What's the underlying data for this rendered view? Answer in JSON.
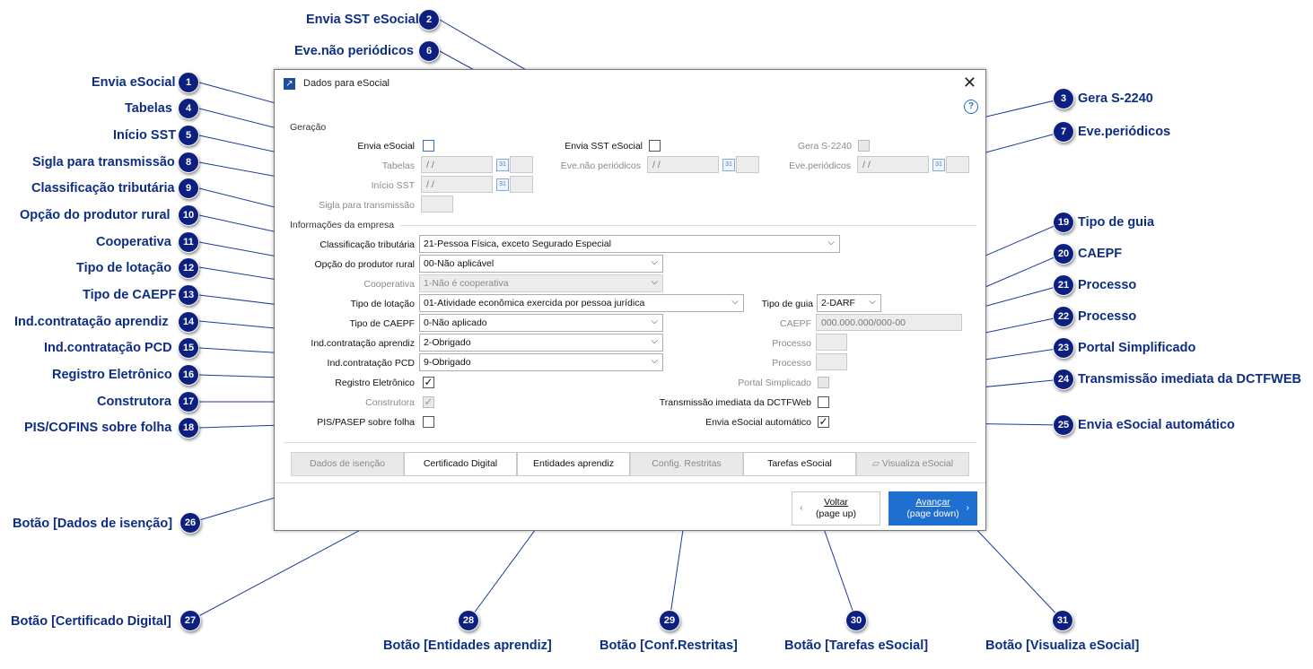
{
  "dialog": {
    "title": "Dados para eSocial",
    "close_glyph": "✕",
    "help_glyph": "?",
    "section_geracao": "Geração",
    "section_info": "Informações da empresa",
    "envia_esocial": "Envia eSocial",
    "envia_sst": "Envia SST eSocial",
    "gera_s2240": "Gera S-2240",
    "tabelas": "Tabelas",
    "tabelas_val": " /  /",
    "eve_nao_per": "Eve.não periódicos",
    "eve_nao_per_val": " /  /",
    "eve_per": "Eve.periódicos",
    "eve_per_val": " /  /",
    "inicio_sst": "Início SST",
    "inicio_sst_val": " /  /",
    "sigla": "Sigla para transmissão",
    "class_trib": "Classificação tributária",
    "class_trib_val": "21-Pessoa Física, exceto Segurado Especial",
    "opcao_prod": "Opção do produtor rural",
    "opcao_prod_val": "00-Não aplicável",
    "cooperativa": "Cooperativa",
    "cooperativa_val": "1-Não é cooperativa",
    "tipo_lotacao": "Tipo de lotação",
    "tipo_lotacao_val": "01-Atividade econômica exercida por pessoa jurídica",
    "tipo_guia": "Tipo de guia",
    "tipo_guia_val": "2-DARF",
    "tipo_caepf": "Tipo de CAEPF",
    "tipo_caepf_val": "0-Não aplicado",
    "caepf": "CAEPF",
    "caepf_val": "000.000.000/000-00",
    "ind_aprendiz": "Ind.contratação aprendiz",
    "ind_aprendiz_val": "2-Obrigado",
    "processo1": "Processo",
    "ind_pcd": "Ind.contratação PCD",
    "ind_pcd_val": "9-Obrigado",
    "processo2": "Processo",
    "registro_eletr": "Registro Eletrônico",
    "portal_simpl": "Portal Simplicado",
    "construtora": "Construtora",
    "transm_dctf": "Transmissão imediata da DCTFWeb",
    "pis_pasep": "PIS/PASEP sobre folha",
    "envia_auto": "Envia eSocial automático",
    "check_glyph": "✓",
    "btn_isencao": "Dados de isenção",
    "btn_certificado": "Certificado Digital",
    "btn_entidades": "Entidades aprendiz",
    "btn_config": "Config. Restritas",
    "btn_tarefas": "Tarefas eSocial",
    "btn_visualiza": "Visualiza eSocial",
    "btn_voltar": "Voltar",
    "btn_voltar_sub": "(page up)",
    "btn_avancar": "Avançar",
    "btn_avancar_sub": "(page down)",
    "accent": "#1f6fd0"
  },
  "annotations": [
    {
      "n": "1",
      "label": "Envia eSocial"
    },
    {
      "n": "2",
      "label": "Envia SST eSocial"
    },
    {
      "n": "3",
      "label": "Gera S-2240"
    },
    {
      "n": "4",
      "label": "Tabelas"
    },
    {
      "n": "5",
      "label": "Início SST"
    },
    {
      "n": "6",
      "label": "Eve.não periódicos"
    },
    {
      "n": "7",
      "label": "Eve.periódicos"
    },
    {
      "n": "8",
      "label": "Sigla para transmissão"
    },
    {
      "n": "9",
      "label": "Classificação tributária"
    },
    {
      "n": "10",
      "label": "Opção do produtor rural"
    },
    {
      "n": "11",
      "label": "Cooperativa"
    },
    {
      "n": "12",
      "label": "Tipo de lotação"
    },
    {
      "n": "13",
      "label": "Tipo de CAEPF"
    },
    {
      "n": "14",
      "label": "Ind.contratação aprendiz"
    },
    {
      "n": "15",
      "label": "Ind.contratação PCD"
    },
    {
      "n": "16",
      "label": "Registro Eletrônico"
    },
    {
      "n": "17",
      "label": "Construtora"
    },
    {
      "n": "18",
      "label": "PIS/COFINS sobre folha"
    },
    {
      "n": "19",
      "label": "Tipo de guia"
    },
    {
      "n": "20",
      "label": "CAEPF"
    },
    {
      "n": "21",
      "label": "Processo"
    },
    {
      "n": "22",
      "label": "Processo"
    },
    {
      "n": "23",
      "label": "Portal Simplificado"
    },
    {
      "n": "24",
      "label": "Transmissão imediata da DCTFWEB"
    },
    {
      "n": "25",
      "label": "Envia eSocial automático"
    },
    {
      "n": "26",
      "label": "Botão [Dados de isenção]"
    },
    {
      "n": "27",
      "label": "Botão [Certificado Digital]"
    },
    {
      "n": "28",
      "label": "Botão [Entidades aprendiz]"
    },
    {
      "n": "29",
      "label": "Botão [Conf.Restritas]"
    },
    {
      "n": "30",
      "label": "Botão [Tarefas eSocial]"
    },
    {
      "n": "31",
      "label": "Botão [Visualiza eSocial]"
    }
  ]
}
